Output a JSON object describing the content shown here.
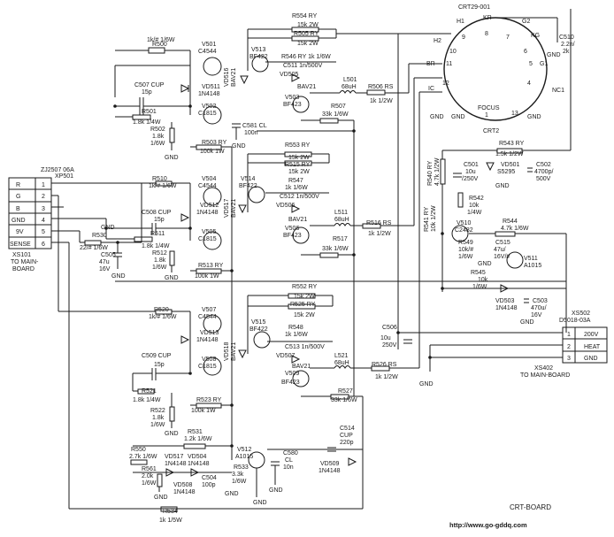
{
  "left_connector": {
    "ref": "ZJ2507 06A",
    "name": "XP501",
    "pins": [
      {
        "n": "1",
        "label": "R"
      },
      {
        "n": "2",
        "label": "G"
      },
      {
        "n": "3",
        "label": "B"
      },
      {
        "n": "4",
        "label": "GND"
      },
      {
        "n": "5",
        "label": "9V"
      },
      {
        "n": "6",
        "label": "SENSE"
      }
    ],
    "xs_ref": "XS101",
    "to_line1": "TO MAIN-",
    "to_line2": "BOARD"
  },
  "right_connector": {
    "ref": "XS502",
    "ref2": "D5018-03A",
    "pins": [
      {
        "n": "1",
        "label": "200V"
      },
      {
        "n": "2",
        "label": "HEAT"
      },
      {
        "n": "3",
        "label": "GND"
      }
    ],
    "xs_ref": "XS402",
    "to_label": "TO MAIN-BOARD"
  },
  "crt": {
    "ref": "CRT29-001",
    "ref2": "CRT2",
    "focus": "FOCUS",
    "pins": {
      "kr": "KR",
      "h1": "H1",
      "g2": "G2",
      "kg": "KG",
      "h2": "H2",
      "br": "BR",
      "ic_l": "IC",
      "g1": "G1",
      "nc1": "NC1",
      "n8": "8",
      "n9": "9",
      "n7": "7",
      "n10": "10",
      "n11": "11",
      "n6": "6",
      "n5": "5",
      "n12": "12",
      "n1": "1",
      "n13": "13",
      "n4": "4"
    }
  },
  "components": {
    "R554": "R554 RY",
    "R554v": "15k 2W",
    "R505": "R505 RY",
    "R505v": "15k 2W",
    "R500": "R500",
    "R500v": "1k/# 1/6W",
    "V501": "V501",
    "V501v": "C4544",
    "V513": "V513",
    "V513v": "BF422",
    "R546": "R546 RY 1k 1/6W",
    "C511": "C511 1n/500V",
    "VD505": "VD505",
    "VD505v": "BAV21",
    "VD516": "VD516",
    "VD516v": "BAV21",
    "L501": "L501",
    "L501v": "68uH",
    "R506": "R506 RS",
    "R506v": "1k 1/2W",
    "C507": "C507 CUP",
    "C507v": "15p",
    "VD511": "VD511",
    "VD511v": "1N4148",
    "V503": "V503",
    "V503v": "BF423",
    "R507": "R507",
    "R507v": "33k 1/6W",
    "R501": "R501",
    "R501v": "1.8k 1/4W",
    "V502": "V502",
    "V502v": "C1815",
    "C581": "C581 CL",
    "C581v": "100n",
    "R502": "R502",
    "R502v": "1.8k",
    "R502v2": "1/6W",
    "R503": "R503 RY",
    "R503v": "100k 1W",
    "R553": "R553 RY",
    "R553v": "15k 2W",
    "R515": "R515 RY",
    "R515v": "15k 2W",
    "R510": "R510",
    "R510v": "1k/# 1/6W",
    "V504": "V504",
    "V504v": "C4544",
    "V514": "V514",
    "V514v": "BF422",
    "R547": "R547",
    "R547v": "1k 1/6W",
    "C512": "C512 1n/500V",
    "VD506": "VD506",
    "VD506v": "BAV21",
    "VD517": "VD517",
    "VD517v": "BAV21",
    "L511": "L511",
    "L511v": "68uH",
    "R516": "R516 RS",
    "R516v": "1k 1/2W",
    "C508": "C508 CUP",
    "C508v": "15p",
    "VD512": "VD512",
    "VD512v": "1N4148",
    "V506": "V506",
    "V506v": "BF423",
    "R517": "R517",
    "R517v": "33k 1/6W",
    "R511": "R511",
    "R511v": "1.8k 1/4W",
    "V505": "V505",
    "V505v": "C1815",
    "R512": "R512",
    "R512v": "1.8k",
    "R512v2": "1/6W",
    "R513": "R513 RY",
    "R513v": "100k 1W",
    "R530": "R530",
    "R530v": "22/# 1/6W",
    "C505": "C505",
    "C505v": "47u",
    "C505v2": "16V",
    "R552": "R552 RY",
    "R552v": "15k 2W",
    "R525": "R525 RY",
    "R525v": "15k 2W",
    "R520": "R520",
    "R520v": "1k/# 1/6W",
    "V507": "V507",
    "V507v": "C4544",
    "V515": "V515",
    "V515v": "BF422",
    "R548": "R548",
    "R548v": "1k 1/6W",
    "C513": "C513 1n/500V",
    "VD507": "VD507",
    "VD507v": "BAV21",
    "VD518": "VD518",
    "VD518v": "BAV21",
    "L521": "L521",
    "L521v": "68uH",
    "R526": "R526 RS",
    "R526v": "1k 1/2W",
    "VD513": "VD513",
    "VD513v": "1N4148",
    "C509": "C509 CUP",
    "C509v": "15p",
    "V508": "V508",
    "V508v": "C1815",
    "V509": "V509",
    "V509v": "BF423",
    "R527": "R527",
    "R527v": "33k 1/6W",
    "R521": "R521",
    "R521v": "1.8k 1/4W",
    "R522": "R522",
    "R522v": "1.8k",
    "R522v2": "1/6W",
    "R523": "R523 RY",
    "R523v": "100k 1W",
    "R531": "R531",
    "R531v": "1.2k 1/6W",
    "R550": "R550",
    "R550v": "2.7k 1/6W",
    "VD517b": "VD517",
    "VD517bv": "1N4148",
    "VD504": "VD504",
    "VD504v": "1N4148",
    "V512": "V512",
    "V512v": "A1015",
    "C580": "C580",
    "C580v": "CL",
    "C580v2": "10n",
    "R561": "R561",
    "R561v": "2.0k",
    "R561v2": "1/6W",
    "C504": "C504",
    "C504v": "100p",
    "R533": "R533",
    "R533v": "3.3k",
    "R533v2": "1/6W",
    "VD508": "VD508",
    "VD508v": "1N4148",
    "C514": "C514",
    "C514v": "CUP",
    "C514v2": "220p",
    "VD509": "VD509",
    "VD509v": "1N4148",
    "R534": "R534",
    "R534v": "1k 1/5W",
    "C506": "C506",
    "C506v": "10u",
    "C506v2": "250V",
    "C510": "C510",
    "C510v": "2.2n/",
    "C510v2": "2k",
    "R543": "R543 RY",
    "R543v": "1.5k 1/2W",
    "R540": "R540 RY",
    "R540v": "4.7k 1/2W",
    "C501": "C501",
    "C501v": "10u",
    "C501v2": "/250V",
    "VD501": "VD501",
    "VD501v": "S5295",
    "C502": "C502",
    "C502v": "4700p/",
    "C502v2": "500V",
    "R542": "R542",
    "R542v": "10k",
    "R542v2": "1/4W",
    "R541": "R541 RY",
    "R541v": "10k 1/2W",
    "V510": "V510",
    "V510v": "C2482",
    "R544": "R544",
    "R544v": "4.7k 1/6W",
    "R549": "R549",
    "R549v": "10k/#",
    "R549v2": "1/6W",
    "C515": "C515",
    "C515v": "47u/",
    "C515v2": "16V/#",
    "V511": "V511",
    "V511v": "A1015",
    "R545": "R545",
    "R545v": "10k",
    "R545v2": "1/6W",
    "VD503": "VD503",
    "VD503v": "1N4148",
    "C503": "C503",
    "C503v": "470u/",
    "C503v2": "16V"
  },
  "gnd": "GND",
  "board_label": "CRT-BOARD",
  "watermark": "http://www.go-gddq.com"
}
